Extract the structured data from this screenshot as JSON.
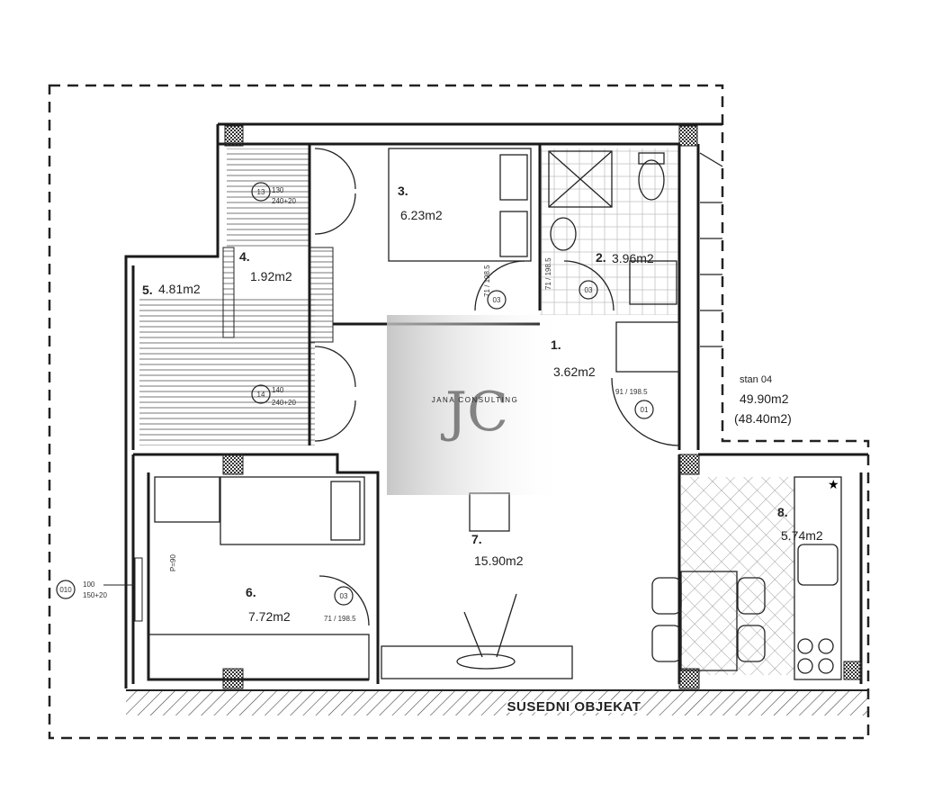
{
  "rooms": [
    {
      "num": "1.",
      "area": "3.62m2"
    },
    {
      "num": "2.",
      "area": "3.96m2"
    },
    {
      "num": "3.",
      "area": "6.23m2"
    },
    {
      "num": "4.",
      "area": "1.92m2"
    },
    {
      "num": "5.",
      "area": "4.81m2"
    },
    {
      "num": "6.",
      "area": "7.72m2"
    },
    {
      "num": "7.",
      "area": "15.90m2"
    },
    {
      "num": "8.",
      "area": "5.74m2"
    }
  ],
  "apartment": {
    "name": "stan 04",
    "area": "49.90m2",
    "net_area": "(48.40m2)"
  },
  "neighbor_label": "SUSEDNI OBJEKAT",
  "watermark": {
    "monogram": "JC",
    "text": "JANA CONSULTING"
  },
  "doors": [
    {
      "tag": "03",
      "size": "71 / 198.5"
    },
    {
      "tag": "03",
      "size": "71 / 198.5"
    },
    {
      "tag": "01",
      "size": "91 / 198.5"
    },
    {
      "tag": "03",
      "size": "71 / 198.5"
    }
  ],
  "windows": [
    {
      "tag": "13",
      "size": "130",
      "sub": "240+20"
    },
    {
      "tag": "14",
      "size": "140",
      "sub": "240+20"
    },
    {
      "tag": "010",
      "size": "100",
      "sub": "150+20"
    }
  ],
  "parapet": "P=90",
  "colors": {
    "line": "#1a1a1a",
    "wall": "#1a1a1a",
    "hatch": "#555555",
    "watermark_gray": "#c8c8c8"
  }
}
